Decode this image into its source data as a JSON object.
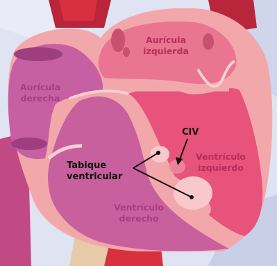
{
  "diagram": {
    "labels": {
      "right_atrium": [
        "Aurícula",
        "derecha"
      ],
      "left_atrium": [
        "Aurícula",
        "izquierda"
      ],
      "left_ventricle": [
        "Ventrículo",
        "izquierdo"
      ],
      "right_ventricle": [
        "Ventrículo",
        "derecho"
      ],
      "septum": [
        "Tabique",
        "ventricular"
      ],
      "vsd": "CIV"
    },
    "colors": {
      "background": "#d6dcef",
      "vessel_red": "#d9303f",
      "vessel_dark": "#b9263c",
      "heart_wall": "#f2a8ab",
      "right_atrium": "#c760a3",
      "right_ventricle": "#c8609e",
      "left_atrium": "#ea7591",
      "left_ventricle": "#e8537b",
      "valve": "#f8d0d4",
      "label_right": "#a73d86",
      "label_left": "#b52d59"
    }
  }
}
